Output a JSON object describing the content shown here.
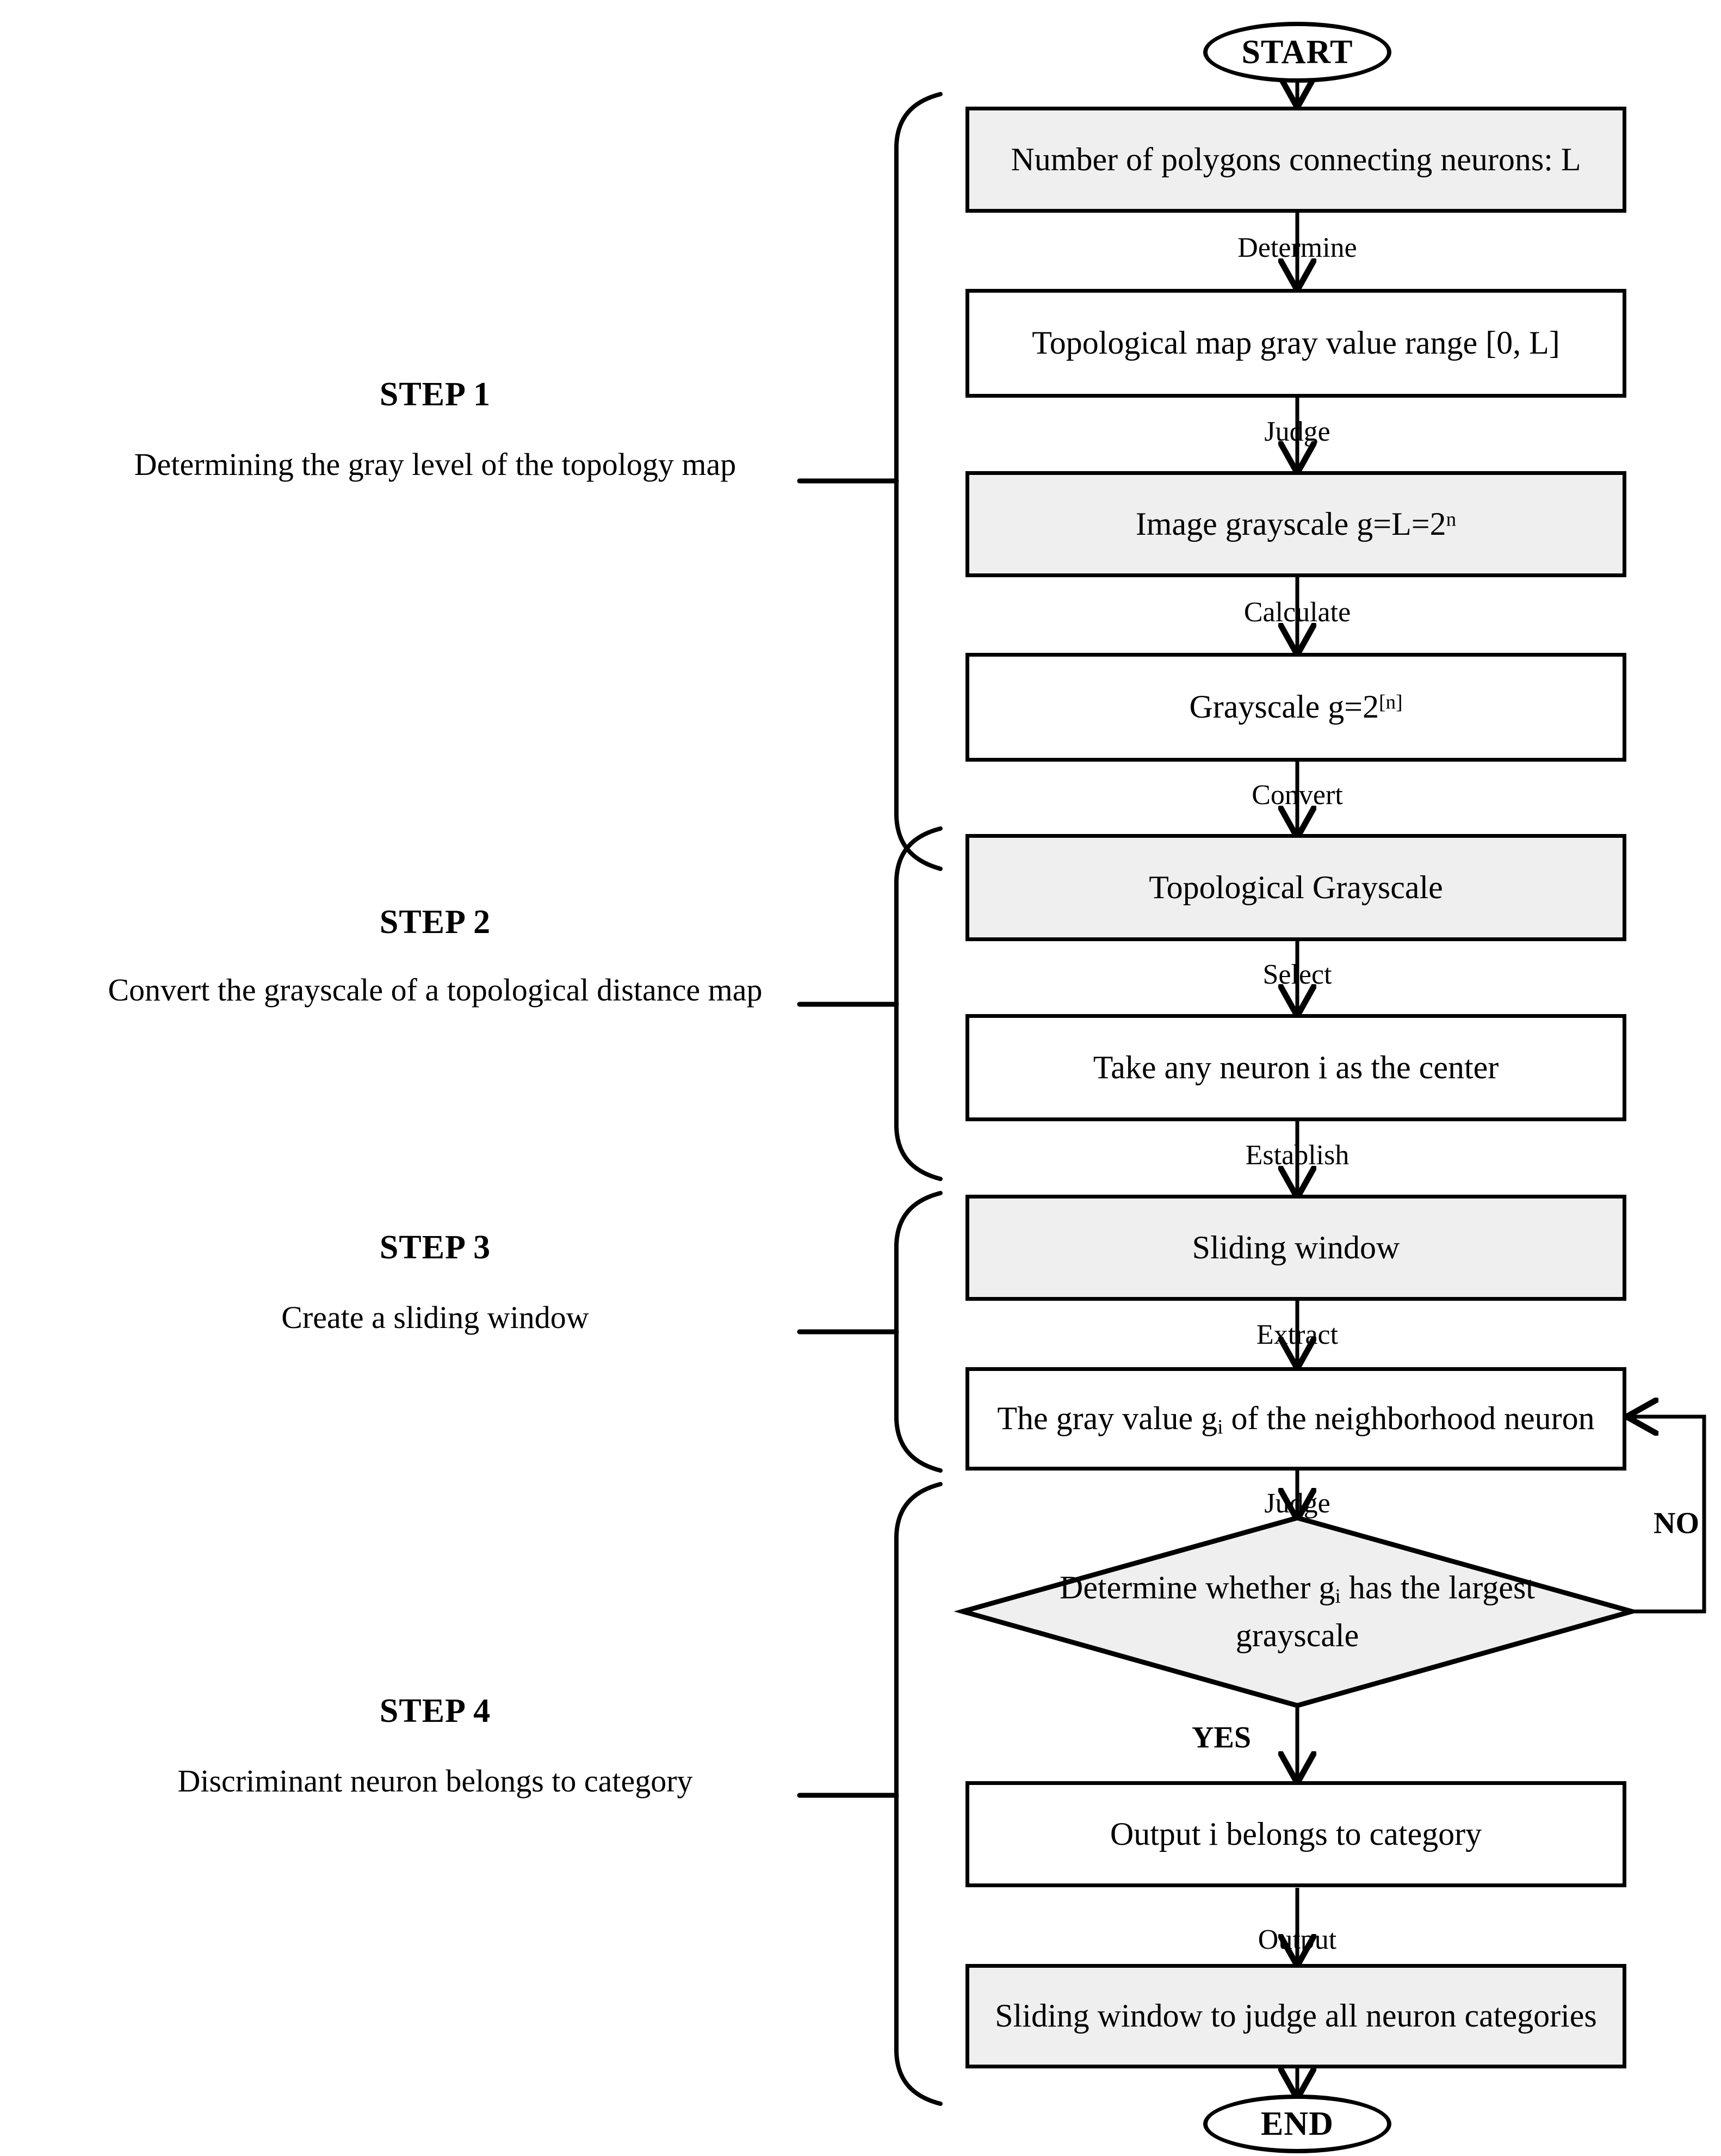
{
  "diagram": {
    "type": "flowchart",
    "title": "Topological grayscale neuron categorisation flowchart",
    "start_label": "START",
    "end_label": "END",
    "fill_gray": "#efefef",
    "fill_white": "#ffffff",
    "stroke": "#000000"
  },
  "steps": [
    {
      "title": "STEP 1",
      "desc": "Determining the gray level of the topology map"
    },
    {
      "title": "STEP 2",
      "desc": "Convert the grayscale of a topological distance map"
    },
    {
      "title": "STEP 3",
      "desc": "Create a sliding window"
    },
    {
      "title": "STEP 4",
      "desc": "Discriminant neuron belongs to category"
    }
  ],
  "nodes": [
    {
      "id": "n1",
      "text": "Number of polygons connecting neurons: L",
      "fill": "gray"
    },
    {
      "id": "n2",
      "text": "Topological map gray value range [0, L]",
      "fill": "white"
    },
    {
      "id": "n3",
      "text": "Image grayscale g=L=2",
      "sup": "n",
      "fill": "gray"
    },
    {
      "id": "n4",
      "text": "Grayscale g=2",
      "sup": "[n]",
      "fill": "white"
    },
    {
      "id": "n5",
      "text": "Topological Grayscale",
      "fill": "gray"
    },
    {
      "id": "n6",
      "text": "Take any neuron i as the center",
      "fill": "white"
    },
    {
      "id": "n7",
      "text": "Sliding window",
      "fill": "gray"
    },
    {
      "id": "n8",
      "text": "The gray value g",
      "sub": "i",
      "text2": " of the neighborhood neuron",
      "fill": "white"
    },
    {
      "id": "n9",
      "text": "Determine whether g",
      "sub": "i",
      "text2": " has the largest grayscale",
      "fill": "gray",
      "shape": "diamond"
    },
    {
      "id": "n10",
      "text": "Output i belongs to category",
      "fill": "white"
    },
    {
      "id": "n11",
      "text": "Sliding window to judge all neuron categories",
      "fill": "gray"
    }
  ],
  "edge_labels": [
    {
      "id": "e1",
      "text": "Determine"
    },
    {
      "id": "e2",
      "text": "Judge"
    },
    {
      "id": "e3",
      "text": "Calculate"
    },
    {
      "id": "e4",
      "text": "Convert"
    },
    {
      "id": "e5",
      "text": "Select"
    },
    {
      "id": "e6",
      "text": "Establish"
    },
    {
      "id": "e7",
      "text": "Extract"
    },
    {
      "id": "e8",
      "text": "Judge"
    },
    {
      "id": "e9",
      "text": "YES"
    },
    {
      "id": "e10",
      "text": "NO"
    },
    {
      "id": "e11",
      "text": "Output"
    }
  ]
}
